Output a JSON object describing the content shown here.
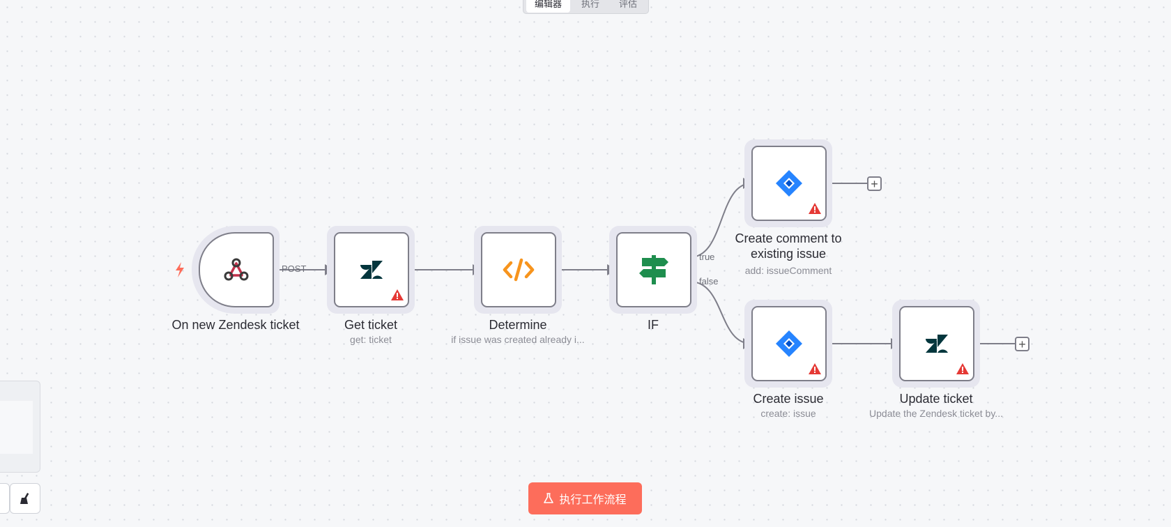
{
  "tabs": [
    {
      "label": "编辑器",
      "active": true
    },
    {
      "label": "执行"
    },
    {
      "label": "评估"
    }
  ],
  "nodes": {
    "trigger": {
      "label": "On new Zendesk ticket",
      "icon": "webhook-icon",
      "trigger_icon": "lightning-bolt-icon"
    },
    "get_ticket": {
      "label": "Get ticket",
      "subtitle": "get: ticket",
      "icon": "zendesk-icon",
      "warning": true
    },
    "determine": {
      "label": "Determine",
      "subtitle": "if issue was created already i...",
      "icon": "code-icon"
    },
    "if": {
      "label": "IF",
      "icon": "signpost-icon"
    },
    "create_comment": {
      "label_line1": "Create comment to",
      "label_line2": "existing issue",
      "subtitle": "add: issueComment",
      "icon": "jira-icon",
      "warning": true
    },
    "create_issue": {
      "label": "Create issue",
      "subtitle": "create: issue",
      "icon": "jira-icon",
      "warning": true
    },
    "update_ticket": {
      "label": "Update ticket",
      "subtitle": "Update the Zendesk ticket by...",
      "icon": "zendesk-icon",
      "warning": true
    }
  },
  "edge_labels": {
    "post": "POST",
    "true": "true",
    "false": "false"
  },
  "execute_button": {
    "label": "执行工作流程",
    "icon": "flask-icon"
  },
  "colors": {
    "accent": "#fd6d5b",
    "warning": "#e53935",
    "jira": "#2684ff",
    "if_node": "#1e8e4e",
    "code": "#f7941d",
    "zendesk": "#03363d",
    "webhook": "#c4314b"
  }
}
